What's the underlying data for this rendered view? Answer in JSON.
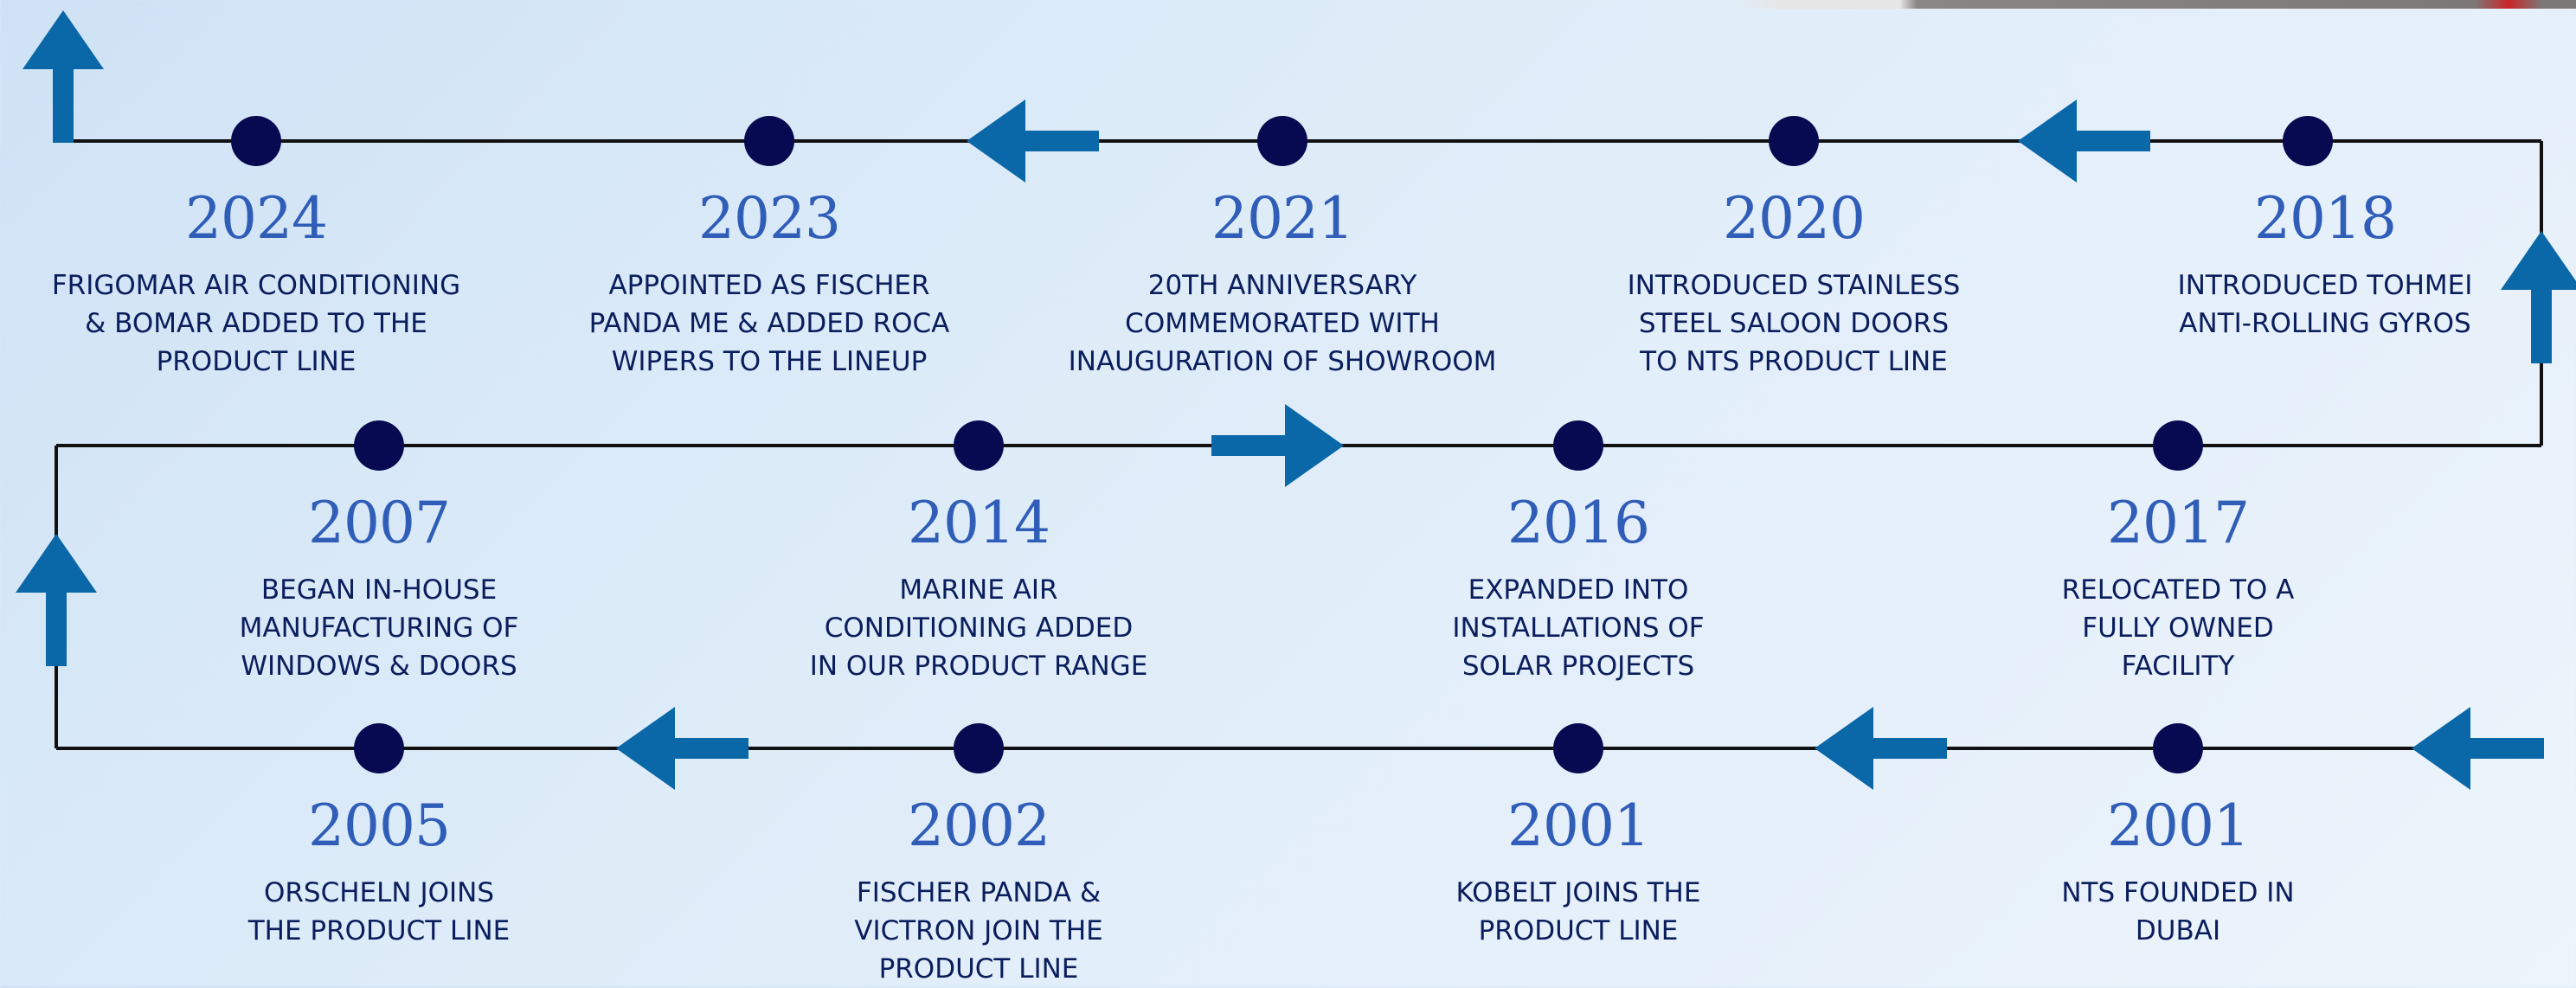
{
  "colors": {
    "line": "#111111",
    "dot": "#070a50",
    "arrow": "#0a67a8",
    "year": "#2f5db8",
    "text": "#0a1d5c"
  },
  "milestones": [
    {
      "year": "2001",
      "text": "NTS FOUNDED IN\nDUBAI"
    },
    {
      "year": "2001",
      "text": "KOBELT JOINS THE\nPRODUCT LINE"
    },
    {
      "year": "2002",
      "text": "FISCHER PANDA &\nVICTRON JOIN THE\nPRODUCT LINE"
    },
    {
      "year": "2005",
      "text": "ORSCHELN JOINS\nTHE PRODUCT LINE"
    },
    {
      "year": "2007",
      "text": "BEGAN IN-HOUSE\nMANUFACTURING OF\nWINDOWS & DOORS"
    },
    {
      "year": "2014",
      "text": "MARINE AIR\nCONDITIONING ADDED\nIN OUR PRODUCT RANGE"
    },
    {
      "year": "2016",
      "text": "EXPANDED INTO\nINSTALLATIONS OF\nSOLAR PROJECTS"
    },
    {
      "year": "2017",
      "text": "RELOCATED TO A\nFULLY OWNED\nFACILITY"
    },
    {
      "year": "2018",
      "text": "INTRODUCED TOHMEI\nANTI-ROLLING GYROS"
    },
    {
      "year": "2020",
      "text": "INTRODUCED STAINLESS\nSTEEL SALOON DOORS\nTO NTS PRODUCT LINE"
    },
    {
      "year": "2021",
      "text": "20TH ANNIVERSARY\nCOMMEMORATED WITH\nINAUGURATION OF SHOWROOM"
    },
    {
      "year": "2023",
      "text": "APPOINTED AS FISCHER\nPANDA ME & ADDED ROCA\nWIPERS TO THE LINEUP"
    },
    {
      "year": "2024",
      "text": "FRIGOMAR AIR CONDITIONING\n& BOMAR ADDED TO THE\nPRODUCT LINE"
    }
  ]
}
